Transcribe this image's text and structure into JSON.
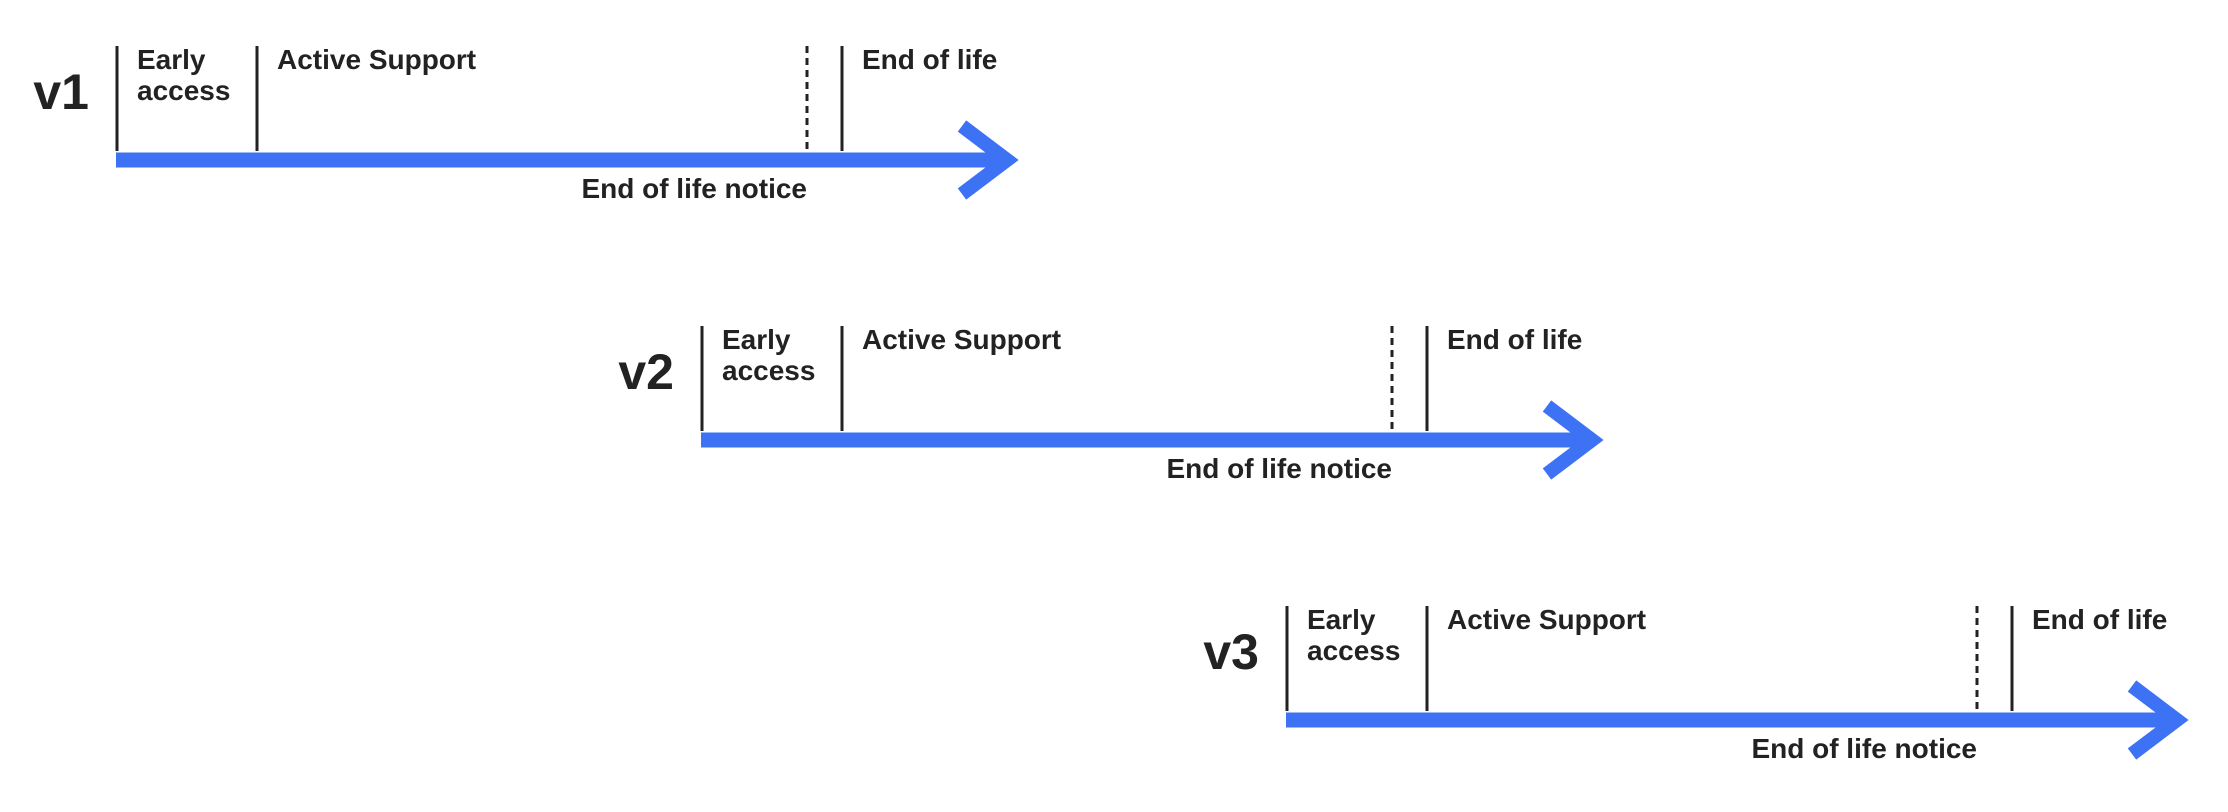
{
  "colors": {
    "accent": "#3D72F5",
    "ink": "#222222",
    "background": "#FFFFFF"
  },
  "rows": [
    {
      "version": "v1",
      "labels": {
        "early_access": "Early access",
        "active_support": "Active Support",
        "end_of_life": "End of life",
        "end_of_life_notice": "End of life notice"
      }
    },
    {
      "version": "v2",
      "labels": {
        "early_access": "Early access",
        "active_support": "Active Support",
        "end_of_life": "End of life",
        "end_of_life_notice": "End of life notice"
      }
    },
    {
      "version": "v3",
      "labels": {
        "early_access": "Early access",
        "active_support": "Active Support",
        "end_of_life": "End of life",
        "end_of_life_notice": "End of life notice"
      }
    }
  ]
}
